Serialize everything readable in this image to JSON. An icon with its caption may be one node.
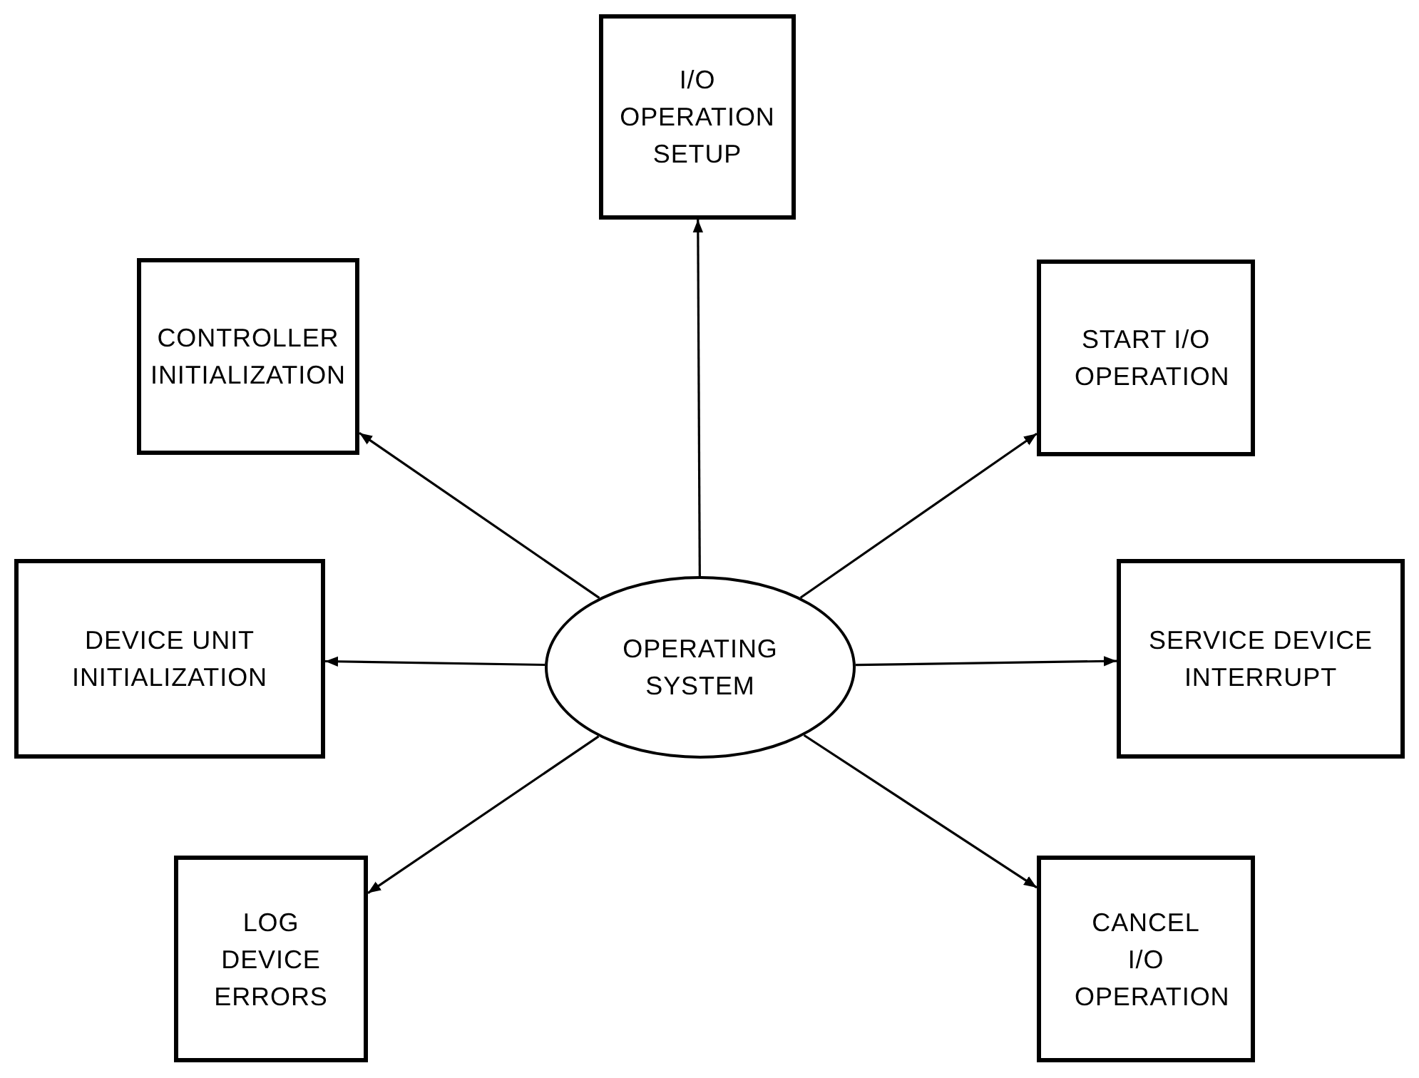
{
  "diagram": {
    "nodes": [
      {
        "text": [
          "I/O OPERATION SETUP"
        ]
      },
      {
        "text": [
          "CONTROLLER INITIALIZATION"
        ]
      },
      {
        "text": [
          "START I/O OPERATION"
        ]
      },
      {
        "text": [
          "DEVICE UNIT INITIALIZATION"
        ]
      },
      {
        "text": [
          "OPERATING SYSTEM"
        ]
      },
      {
        "text": [
          "SERVICE DEVICE INTERRUPT"
        ]
      },
      {
        "text": [
          "LOG DEVICE ERRORS"
        ]
      },
      {
        "text": [
          "CANCEL I/O OPERATION"
        ]
      }
    ],
    "edges": [
      {
        "from": 4,
        "to": 0,
        "arrow": "to"
      },
      {
        "from": 4,
        "to": 1,
        "arrow": "to"
      },
      {
        "from": 4,
        "to": 2,
        "arrow": "to"
      },
      {
        "from": 4,
        "to": 3,
        "arrow": "to"
      },
      {
        "from": 4,
        "to": 5,
        "arrow": "to"
      },
      {
        "from": 4,
        "to": 6,
        "arrow": "to"
      },
      {
        "from": 4,
        "to": 7,
        "arrow": "to"
      }
    ]
  }
}
